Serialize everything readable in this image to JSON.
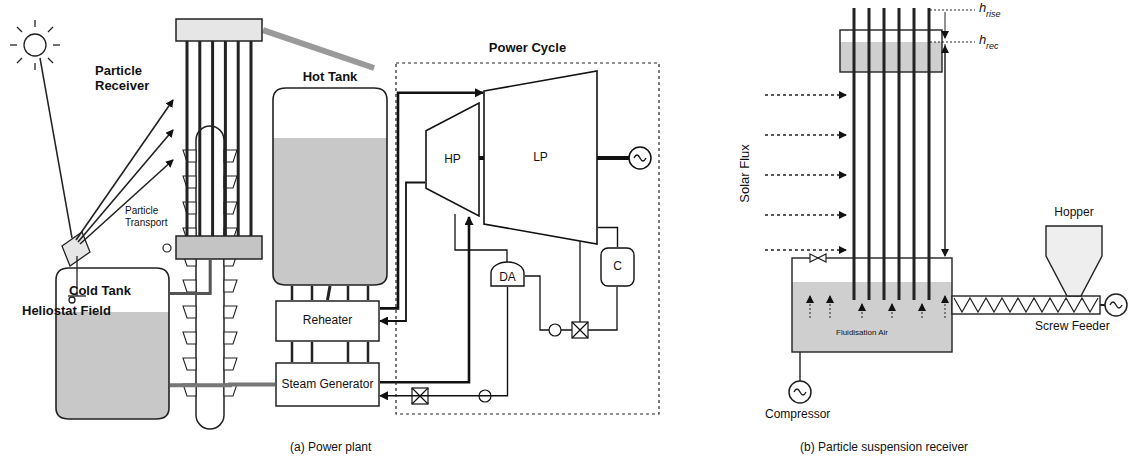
{
  "diagram": {
    "nodes": [
      {
        "text": [
          "Particle Receiver"
        ]
      },
      {
        "text": [
          "Hot Tank"
        ]
      },
      {
        "text": [
          "Cold Tank"
        ]
      },
      {
        "text": [
          "Reheater"
        ]
      },
      {
        "text": [
          "Steam Generator"
        ]
      },
      {
        "text": [
          "Power Cycle"
        ]
      },
      {
        "text": [
          "HP"
        ],
        "in": 5
      },
      {
        "text": [
          "LP"
        ],
        "in": 5
      },
      {
        "text": [
          "DA"
        ],
        "in": 5
      },
      {
        "text": [
          "C"
        ],
        "in": 5
      },
      {
        "text": [
          "Hopper"
        ]
      }
    ],
    "edges": [
      {
        "from": 0,
        "to": 1,
        "arrow": "none"
      },
      {
        "from": 2,
        "to": 0,
        "arrow": "none"
      },
      {
        "from": 1,
        "to": 3,
        "arrow": "none"
      },
      {
        "from": 4,
        "to": 2,
        "arrow": "none"
      },
      {
        "from": 4,
        "to": 6,
        "arrow": "to"
      },
      {
        "from": 6,
        "to": 3,
        "arrow": "to"
      },
      {
        "from": 3,
        "to": 7,
        "arrow": "to"
      },
      {
        "from": 7,
        "to": 9,
        "arrow": "none"
      },
      {
        "from": 8,
        "to": 4,
        "arrow": "to"
      }
    ],
    "labels": [
      "Heliostat Field",
      "Particle Transport",
      "Solar Flux",
      "h",
      "rise",
      "h",
      "rec",
      "Screw Feeder",
      "Compressor",
      "Fluidisation Air",
      "(a) Power plant",
      "(b) Particle suspension receiver"
    ]
  }
}
